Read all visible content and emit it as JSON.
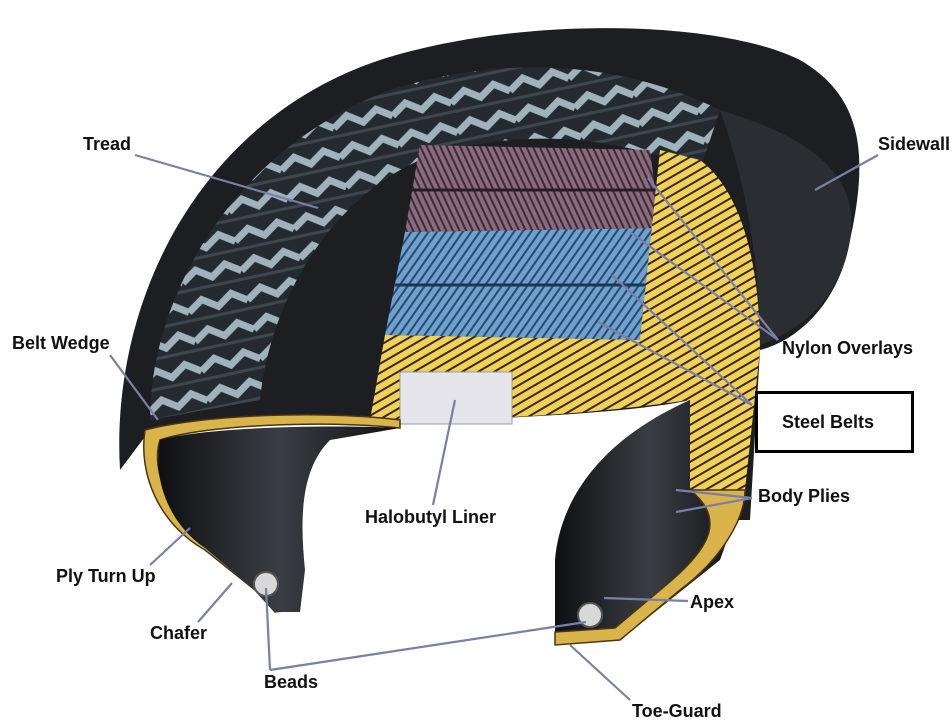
{
  "labels": {
    "tread": "Tread",
    "sidewall": "Sidewall",
    "belt_wedge": "Belt Wedge",
    "nylon_overlays": "Nylon Overlays",
    "steel_belts": "Steel Belts",
    "body_plies": "Body Plies",
    "halobutyl_liner": "Halobutyl Liner",
    "ply_turn_up": "Ply Turn Up",
    "apex": "Apex",
    "chafer": "Chafer",
    "beads": "Beads",
    "toe_guard": "Toe-Guard"
  },
  "highlighted_label": "steel_belts",
  "colors": {
    "rubber": "#1c1e22",
    "tread_highlight": "#8fa3ad",
    "nylon_overlay": "#7a5a6c",
    "steel_belt": "#5c8ec2",
    "body_ply": "#f0cf52",
    "liner": "#e4e4ea",
    "leader_line": "#7a7fa8",
    "highlight_border": "#000000"
  }
}
